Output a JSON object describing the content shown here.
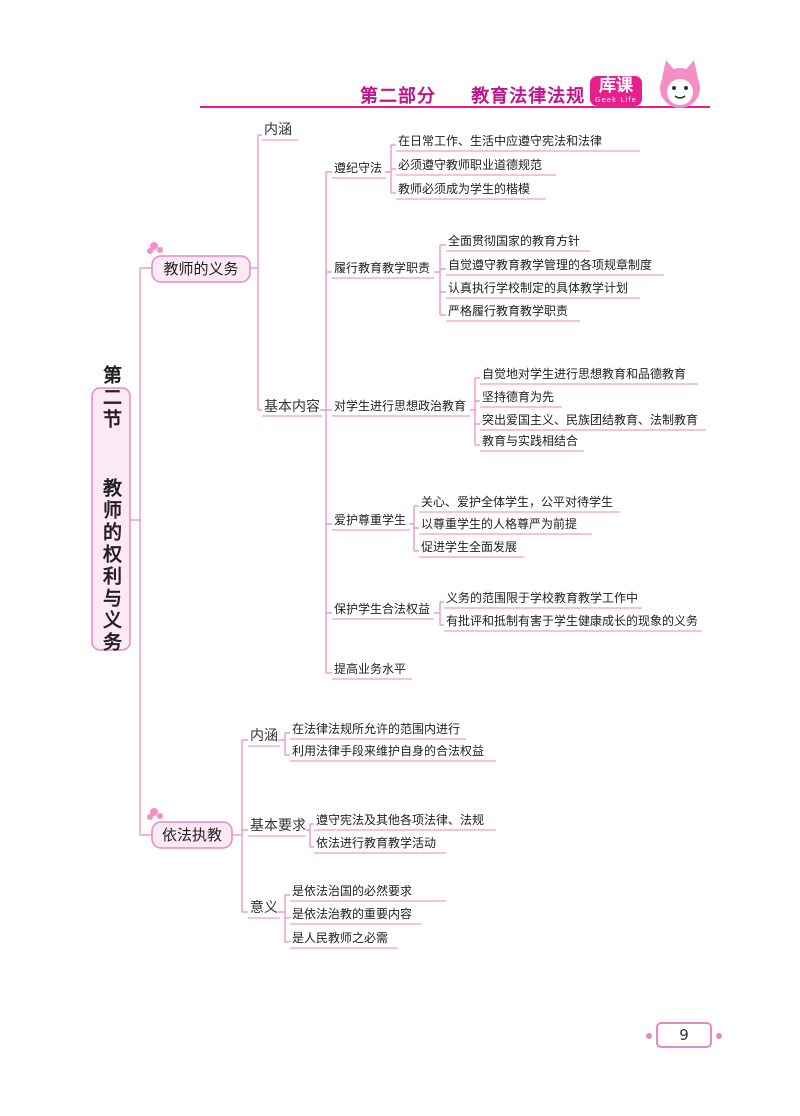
{
  "header": {
    "part": "第二部分",
    "title": "教育法律法规",
    "logo_main": "库课",
    "logo_sub": "Geek Life"
  },
  "root": {
    "title": "第二节",
    "subtitle": "教师的权利与义务"
  },
  "duties": {
    "label": "教师的义务",
    "neihan": "内涵",
    "basic": "基本内容",
    "g1": {
      "label": "遵纪守法",
      "items": [
        "在日常工作、生活中应遵守宪法和法律",
        "必须遵守教师职业道德规范",
        "教师必须成为学生的楷模"
      ]
    },
    "g2": {
      "label": "履行教育教学职责",
      "items": [
        "全面贯彻国家的教育方针",
        "自觉遵守教育教学管理的各项规章制度",
        "认真执行学校制定的具体教学计划",
        "严格履行教育教学职责"
      ]
    },
    "g3": {
      "label": "对学生进行思想政治教育",
      "items": [
        "自觉地对学生进行思想教育和品德教育",
        "坚持德育为先",
        "突出爱国主义、民族团结教育、法制教育",
        "教育与实践相结合"
      ]
    },
    "g4": {
      "label": "爱护尊重学生",
      "items": [
        "关心、爱护全体学生，公平对待学生",
        "以尊重学生的人格尊严为前提",
        "促进学生全面发展"
      ]
    },
    "g5": {
      "label": "保护学生合法权益",
      "items": [
        "义务的范围限于学校教育教学工作中",
        "有批评和抵制有害于学生健康成长的现象的义务"
      ]
    },
    "g6": {
      "label": "提高业务水平"
    }
  },
  "law": {
    "label": "依法执教",
    "h1": {
      "label": "内涵",
      "items": [
        "在法律法规所允许的范围内进行",
        "利用法律手段来维护自身的合法权益"
      ]
    },
    "h2": {
      "label": "基本要求",
      "items": [
        "遵守宪法及其他各项法律、法规",
        "依法进行教育教学活动"
      ]
    },
    "h3": {
      "label": "意义",
      "items": [
        "是依法治国的必然要求",
        "是依法治教的重要内容",
        "是人民教师之必需"
      ]
    }
  },
  "page_number": "9",
  "colors": {
    "brand": "#e91e8c",
    "branch": "#e58ac4",
    "box_fill": "#fde9f4"
  }
}
